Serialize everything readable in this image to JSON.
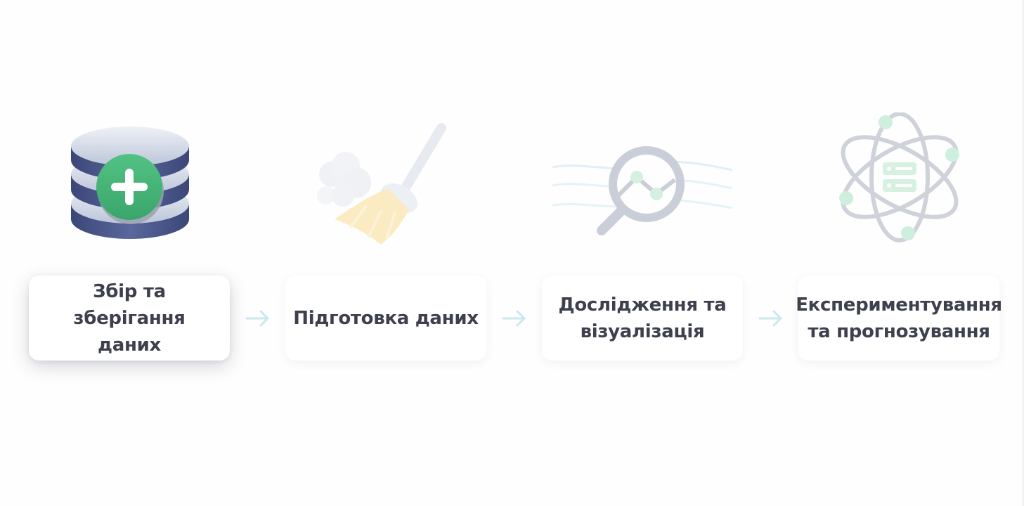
{
  "steps": [
    {
      "label": "Збір та зберігання\nданих",
      "icon": "database-add-icon",
      "active": true
    },
    {
      "label": "Підготовка даних",
      "icon": "broom-icon",
      "active": false
    },
    {
      "label": "Дослідження та\nвізуалізація",
      "icon": "magnifier-chart-icon",
      "active": false
    },
    {
      "label": "Експериментування\nта прогнозування",
      "icon": "atom-server-icon",
      "active": false
    }
  ],
  "colors": {
    "text": "#3e404d",
    "arrow": "#cde7ef",
    "accent_green": "#47b77a",
    "database_blue": "#4a5689",
    "broom_yellow": "#f5dc9a",
    "magnifier_gray": "#c4c9d6",
    "atom_green": "#cfeede"
  }
}
